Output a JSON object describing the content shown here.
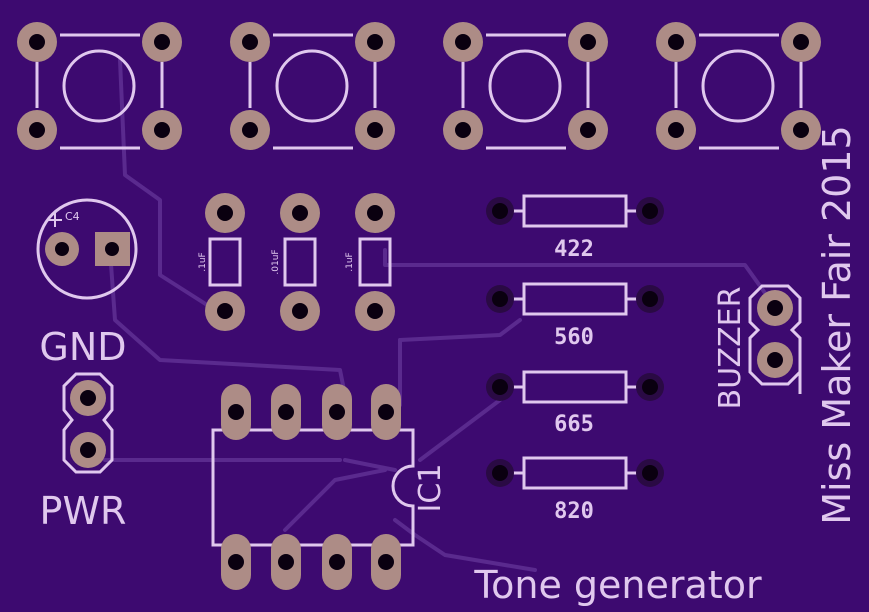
{
  "board": {
    "colors": {
      "board": "#3d0a70",
      "silkscreen": "#e0c8ee",
      "copper_pad": "#ad8c86",
      "trace": "#5a2a8e"
    },
    "title": "Tone generator",
    "credit": "Miss Maker Fair 2015"
  },
  "labels": {
    "gnd": "GND",
    "pwr": "PWR",
    "buzzer": "BUZZER",
    "ic": "IC1",
    "c4": "C4"
  },
  "capacitors": [
    ".1uF",
    ".01uF",
    ".1uF"
  ],
  "resistors": [
    "422",
    "560",
    "665",
    "820"
  ]
}
